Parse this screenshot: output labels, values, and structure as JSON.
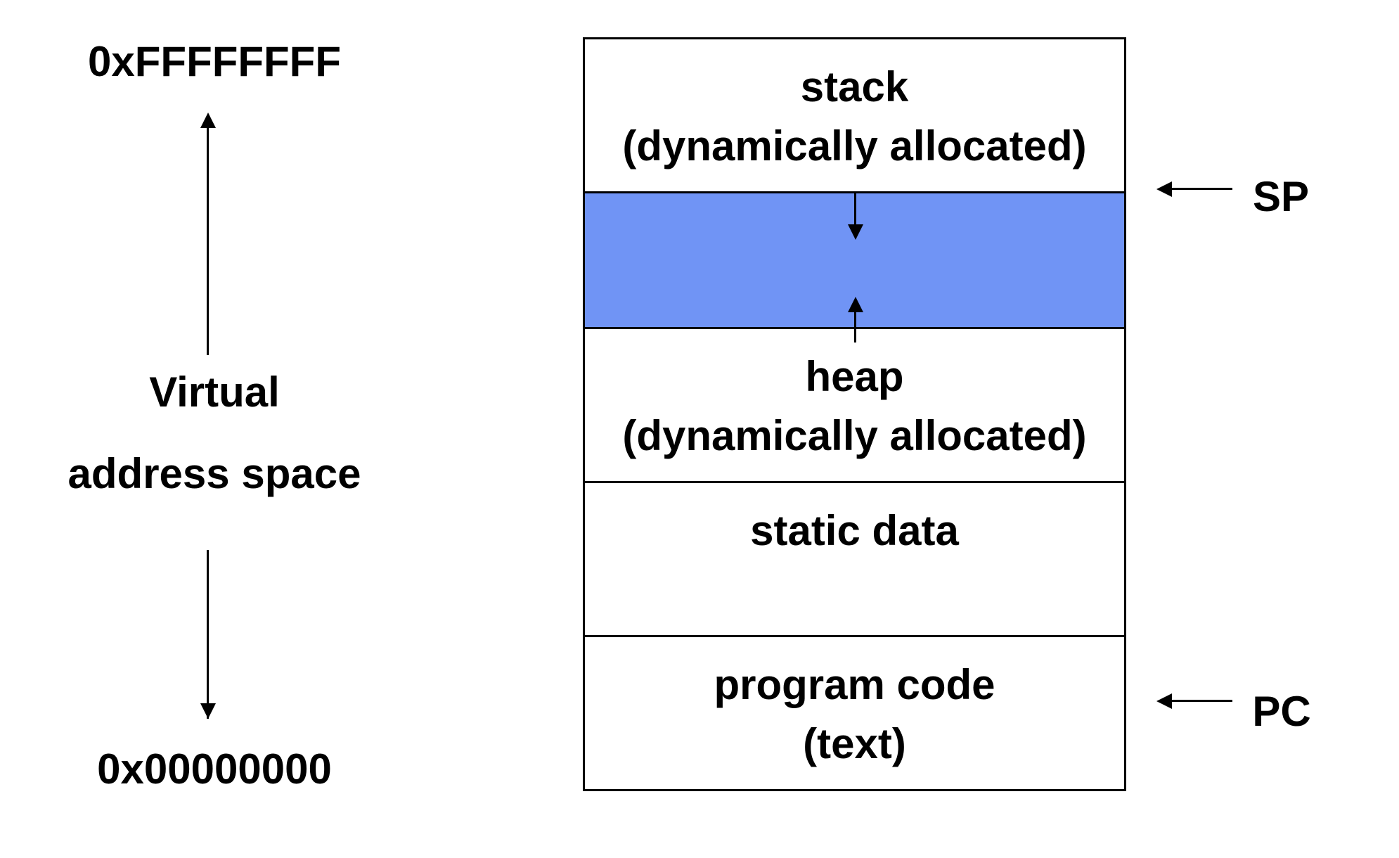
{
  "address_labels": {
    "top": "0xFFFFFFFF",
    "bottom": "0x00000000"
  },
  "axis_label": {
    "line1": "Virtual",
    "line2": "address space"
  },
  "segments": {
    "stack": {
      "line1": "stack",
      "line2": "(dynamically allocated)"
    },
    "free": {
      "fill_color": "#7094f5"
    },
    "heap": {
      "line1": "heap",
      "line2": "(dynamically allocated)"
    },
    "static": {
      "line1": "static data"
    },
    "code": {
      "line1": "program code",
      "line2": "(text)"
    }
  },
  "pointers": {
    "sp": "SP",
    "pc": "PC"
  }
}
